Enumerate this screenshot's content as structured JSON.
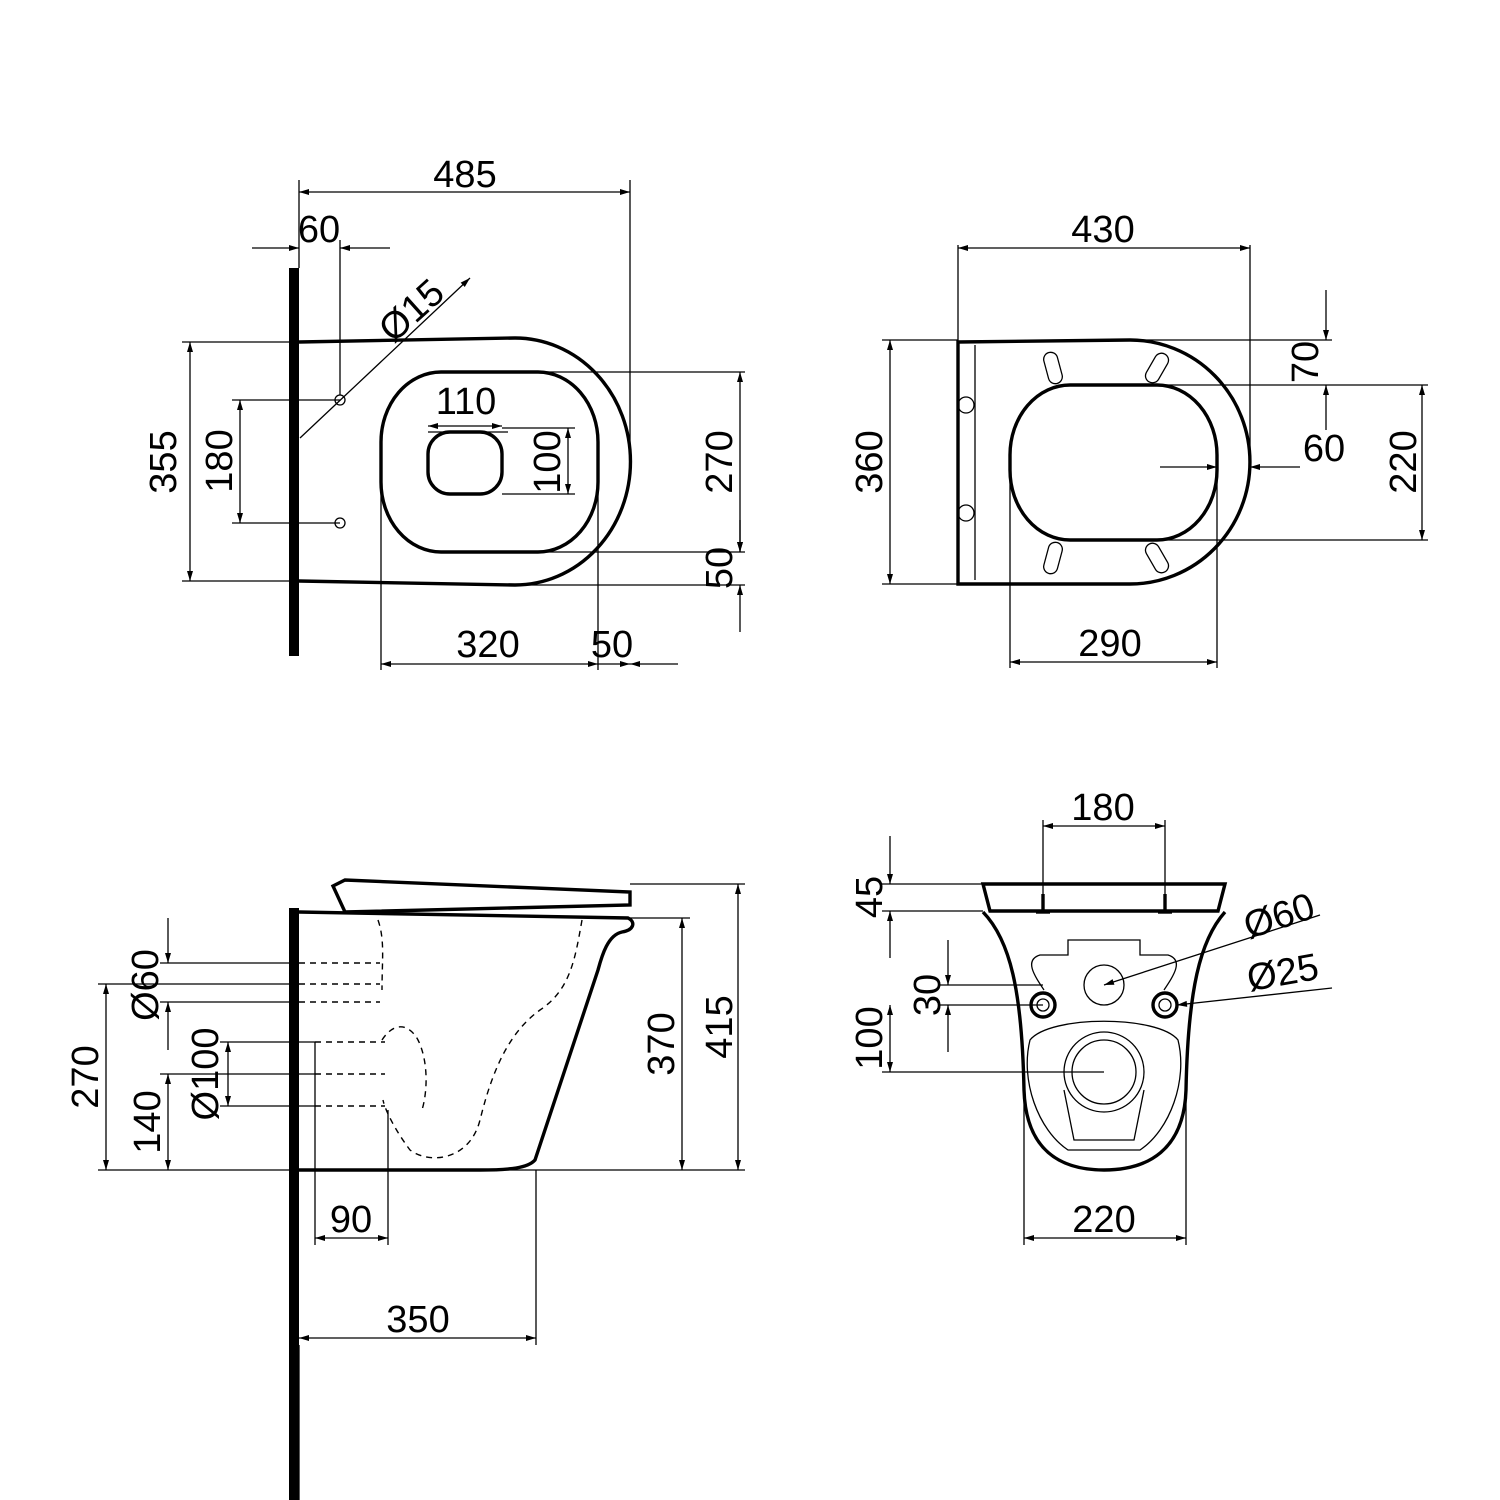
{
  "views": {
    "top": {
      "depth": "485",
      "wall_offset": "60",
      "hole_diameter": "Ø15",
      "outer_width": "355",
      "hole_spacing": "180",
      "rim_width": "270",
      "opening_width": "110",
      "opening_depth": "100",
      "rim_length": "320",
      "front_rim": "50",
      "side_rim": "50"
    },
    "seat": {
      "length": "430",
      "rear": "70",
      "inner_width": "220",
      "front_gap": "60",
      "width": "360",
      "inner_length": "290"
    },
    "side": {
      "inlet_diameter": "Ø60",
      "outlet_diameter": "Ø100",
      "inlet_height": "270",
      "outlet_height": "140",
      "outlet_offset": "90",
      "bowl_height": "370",
      "total_height": "415",
      "projection": "350"
    },
    "rear": {
      "bolt_spacing": "180",
      "seat_thickness": "45",
      "inlet_diameter": "Ø60",
      "bolt_diameter": "Ø25",
      "bolt_offset": "30",
      "outlet_offset": "100",
      "base_width": "220"
    }
  }
}
